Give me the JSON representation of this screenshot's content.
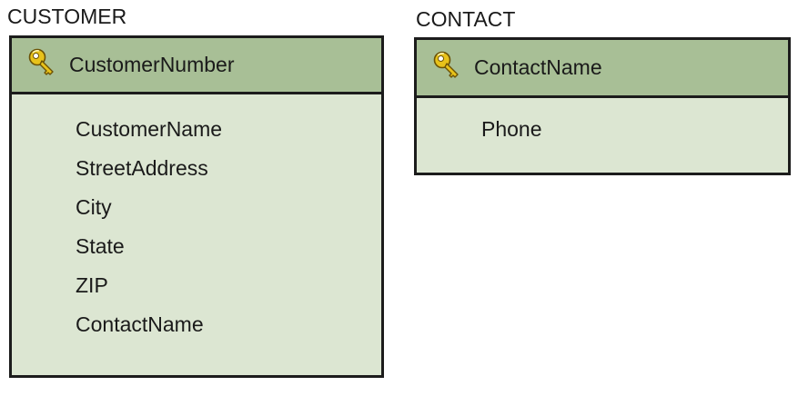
{
  "colors": {
    "header_bg": "#a8bf96",
    "body_bg": "#dce6d2",
    "border": "#1c1c1c",
    "key_gold": "#e8c21a"
  },
  "customer": {
    "title": "CUSTOMER",
    "primary_key": "CustomerNumber",
    "primary_key_icon": "key-icon",
    "attributes": [
      "CustomerName",
      "StreetAddress",
      "City",
      "State",
      "ZIP",
      "ContactName"
    ]
  },
  "contact": {
    "title": "CONTACT",
    "primary_key": "ContactName",
    "primary_key_icon": "key-icon",
    "attributes": [
      "Phone"
    ]
  }
}
